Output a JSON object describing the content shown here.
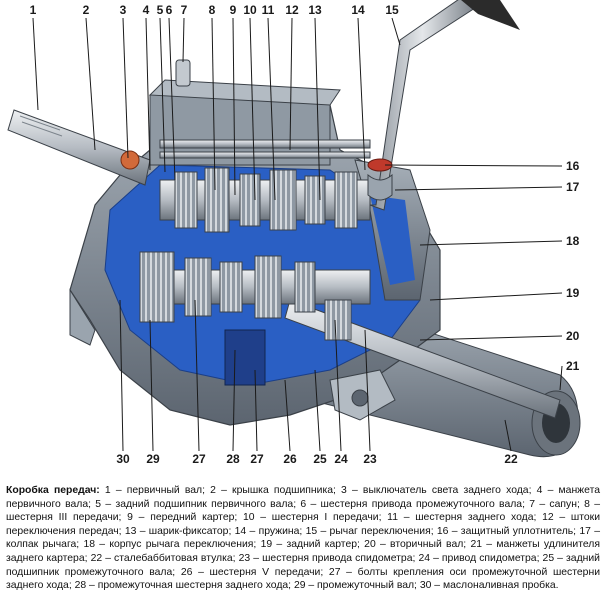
{
  "labels": {
    "top": [
      "1",
      "2",
      "3",
      "4",
      "5",
      "6",
      "7",
      "8",
      "9",
      "10",
      "11",
      "12",
      "13",
      "14",
      "15"
    ],
    "right": [
      "16",
      "17",
      "18",
      "19",
      "20",
      "21"
    ],
    "bottom": [
      "30",
      "29",
      "27",
      "28",
      "27",
      "26",
      "25",
      "24",
      "23",
      "22"
    ]
  },
  "caption": {
    "title": "Коробка передач:",
    "text": " 1 – первичный вал; 2 – крышка подшипника; 3 – выключатель света заднего хода; 4 – манжета первичного вала; 5 – задний подшипник первичного вала; 6 – шестерня привода промежуточного вала; 7 – сапун; 8 – шестерня III передачи; 9 – передний картер; 10 – шестерня I передачи; 11 – шестерня заднего хода; 12 – штоки переключения передач; 13 – шарик-фиксатор; 14 – пружина; 15 – рычаг переключения; 16 – защитный уплотнитель; 17 – колпак рычага; 18 – корпус рычага переключения; 19 – задний картер; 20 – вторичный вал; 21 – манжеты удлинителя заднего картера; 22 – сталебаббитовая втулка; 23 – шестерня привода спидометра; 24 – привод спидометра; 25 – задний подшипник промежуточного вала; 26 – шестерня V передачи; 27 – болты крепления оси промежуточной шестерни заднего хода; 28 – промежуточная шестерня заднего хода; 29 – промежуточный вал; 30 – маслоналивная пробка."
  },
  "colors": {
    "housing": "#7f8a96",
    "cutaway_blue": "#2a5fc4",
    "shaft": "#c9ced4",
    "gear": "#9aa4ae",
    "lever": "#b8bec5",
    "knob": "#2b2b2b",
    "accent": "#c0392b"
  }
}
